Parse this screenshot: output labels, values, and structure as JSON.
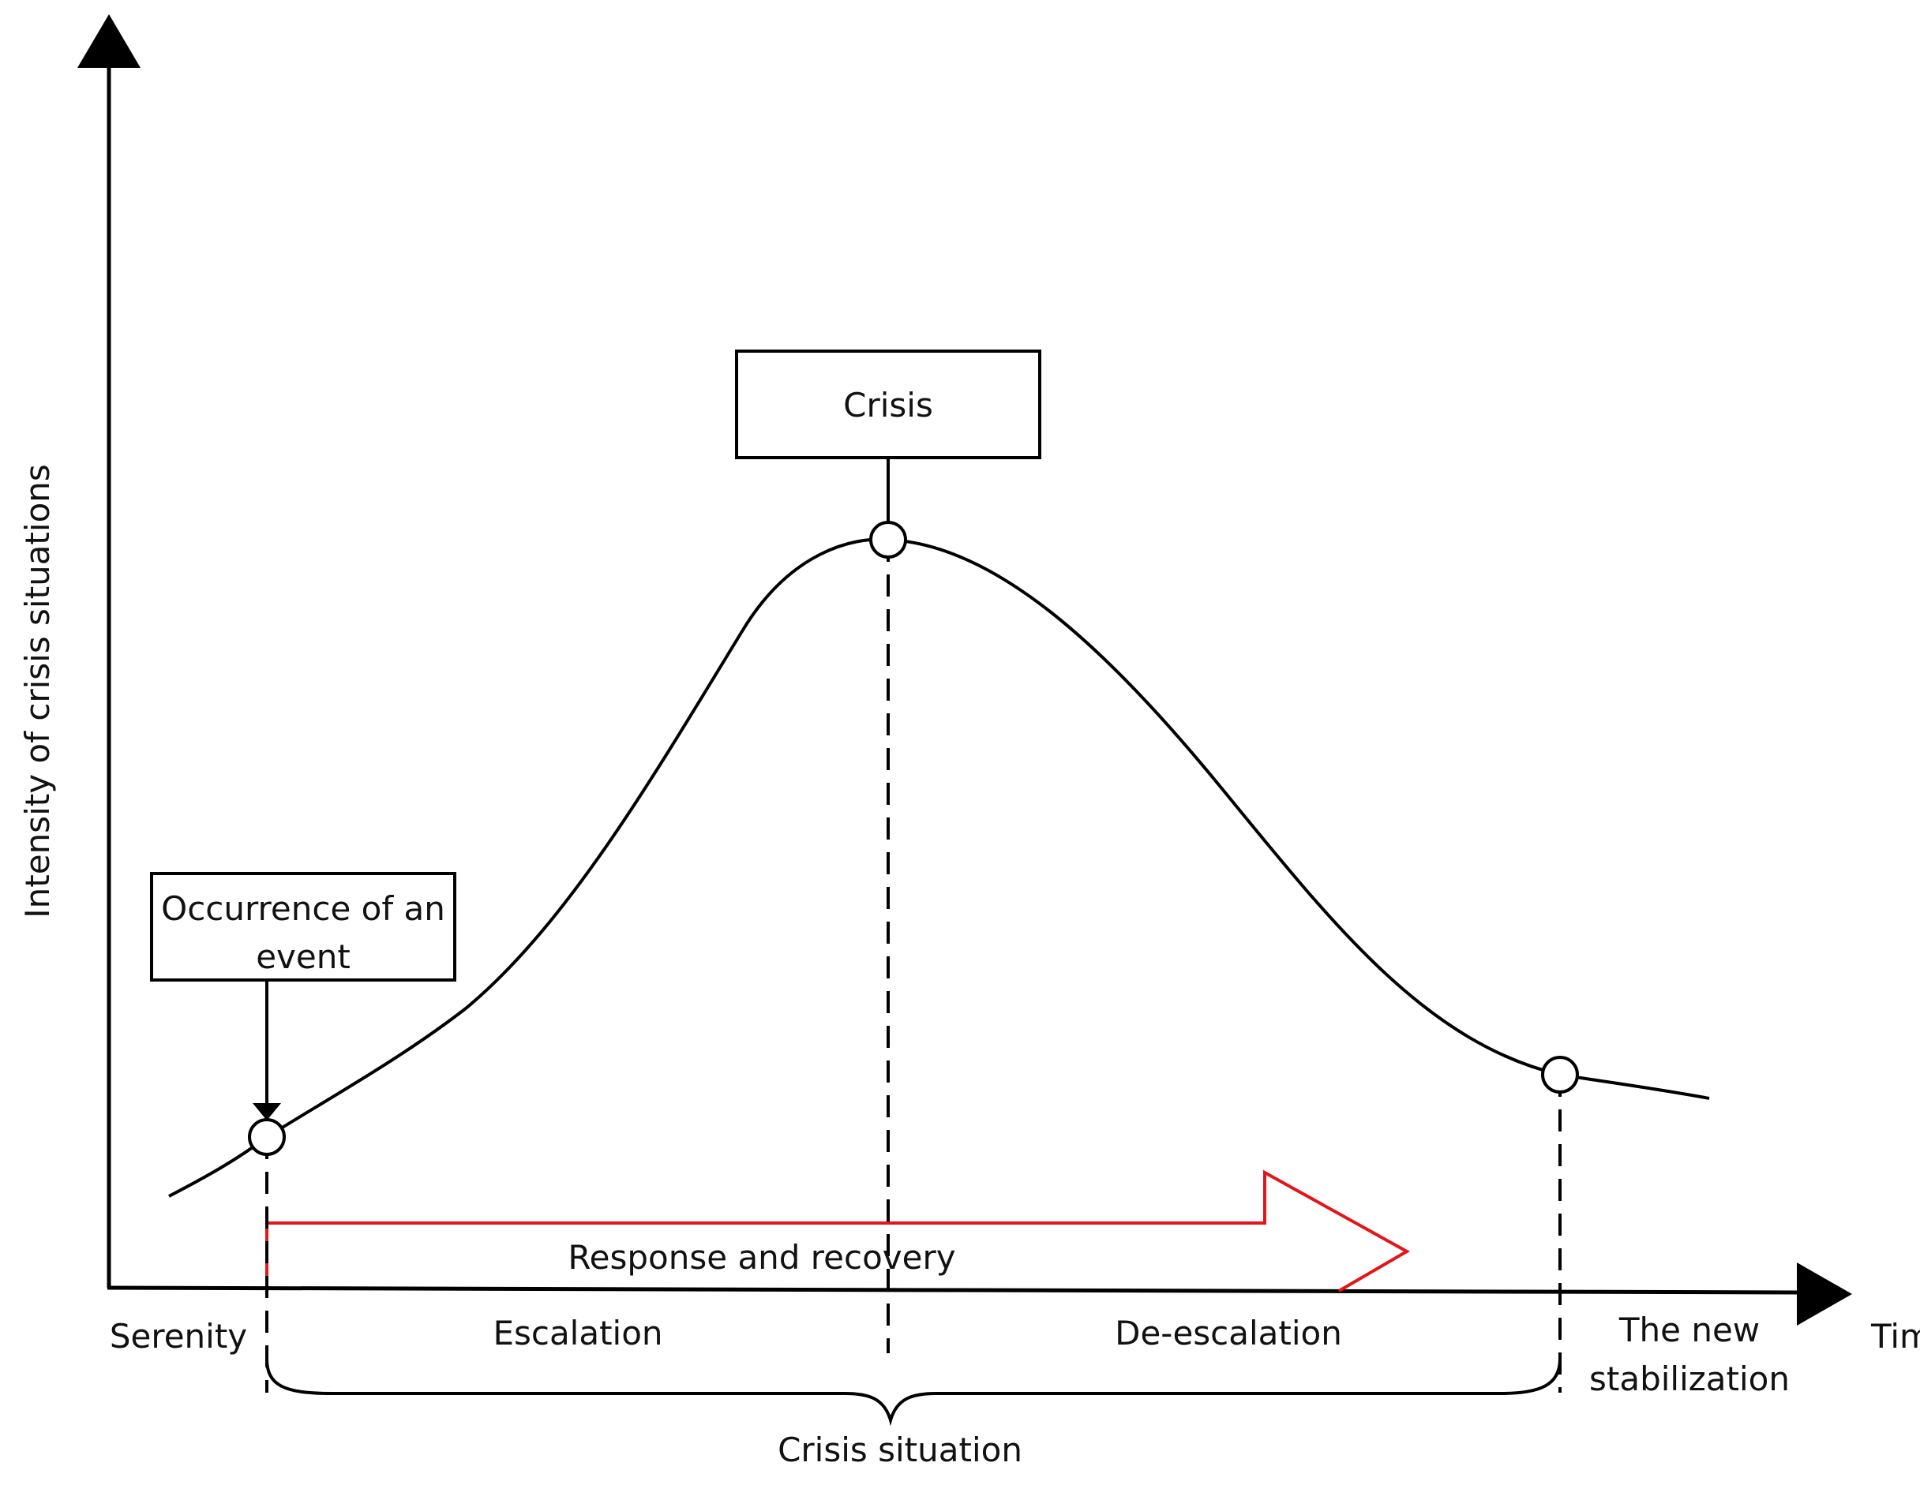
{
  "axes": {
    "y_label": "Intensity of crisis situations",
    "x_label": "Time"
  },
  "boxes": {
    "crisis": "Crisis",
    "event_line1": "Occurrence of an",
    "event_line2": "event"
  },
  "arrow": {
    "label": "Response and recovery",
    "color": "#e3151a"
  },
  "phases": {
    "serenity": "Serenity",
    "escalation": "Escalation",
    "de_escalation": "De-escalation",
    "new_stabilization_line1": "The new",
    "new_stabilization_line2": "stabilization"
  },
  "brace_label": "Crisis situation"
}
